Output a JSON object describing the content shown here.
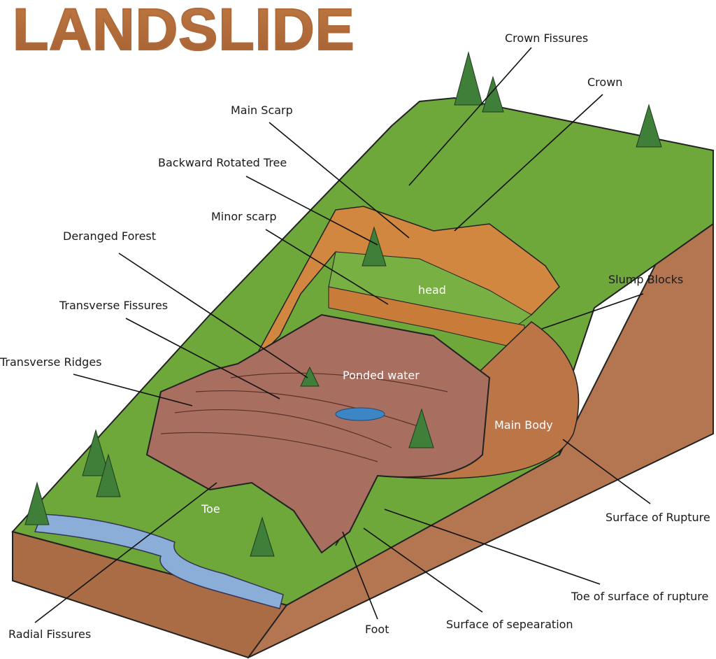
{
  "title": "LANDSLIDE",
  "labels": {
    "crown_fissures": "Crown Fissures",
    "crown": "Crown",
    "main_scarp": "Main Scarp",
    "backward_rotated_tree": "Backward Rotated Tree",
    "minor_scarp": "Minor scarp",
    "deranged_forest": "Deranged Forest",
    "transverse_fissures": "Transverse Fissures",
    "transverse_ridges": "Transverse Ridges",
    "head": "head",
    "ponded_water": "Ponded water",
    "slump_blocks": "Slump Blocks",
    "main_body": "Main Body",
    "surface_of_rupture": "Surface of Rupture",
    "toe": "Toe",
    "toe_of_surface_of_rupture": "Toe of surface of rupture",
    "surface_of_separation": "Surface of sepearation",
    "foot": "Foot",
    "radial_fissures": "Radial Fissures"
  },
  "colors": {
    "grass": "#6fa83a",
    "soil": "#b87a4e",
    "slide": "#a86e60",
    "water": "#8aaed8",
    "title": "#b06a3a"
  }
}
